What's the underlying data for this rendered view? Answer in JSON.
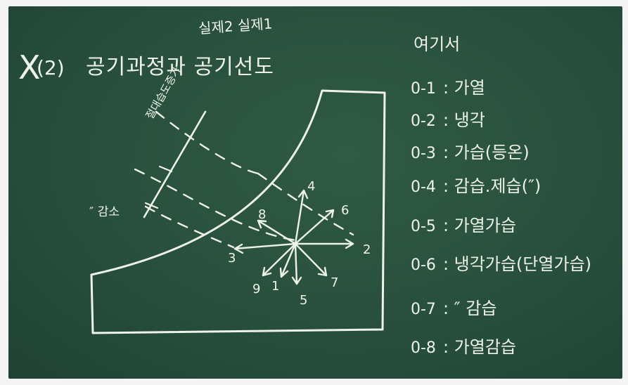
{
  "chalkboard": {
    "title_top": "실제2 실제1",
    "title_mark": "X",
    "title_number": "(2)",
    "title_main": "공기과정과 공기선도",
    "axis_label_top": "절대습도증가",
    "axis_label_left": "″ 감소",
    "numbers": [
      "1",
      "2",
      "3",
      "4",
      "5",
      "6",
      "7",
      "8",
      "9"
    ],
    "notes_title": "여기서",
    "processes": [
      {
        "code": "0-1",
        "desc": ": 가열"
      },
      {
        "code": "0-2",
        "desc": ": 냉각"
      },
      {
        "code": "0-3",
        "desc": ": 가습(등온)"
      },
      {
        "code": "0-4",
        "desc": ": 감습.제습(″)"
      },
      {
        "code": "0-5",
        "desc": ": 가열가습"
      },
      {
        "code": "0-6",
        "desc": ": 냉각가습(단열가습)"
      },
      {
        "code": "0-7",
        "desc": ": ″ 감습"
      },
      {
        "code": "0-8",
        "desc": ": 가열감습"
      }
    ]
  },
  "colors": {
    "board": "#2b5340",
    "chalk": "#eef3ea"
  }
}
